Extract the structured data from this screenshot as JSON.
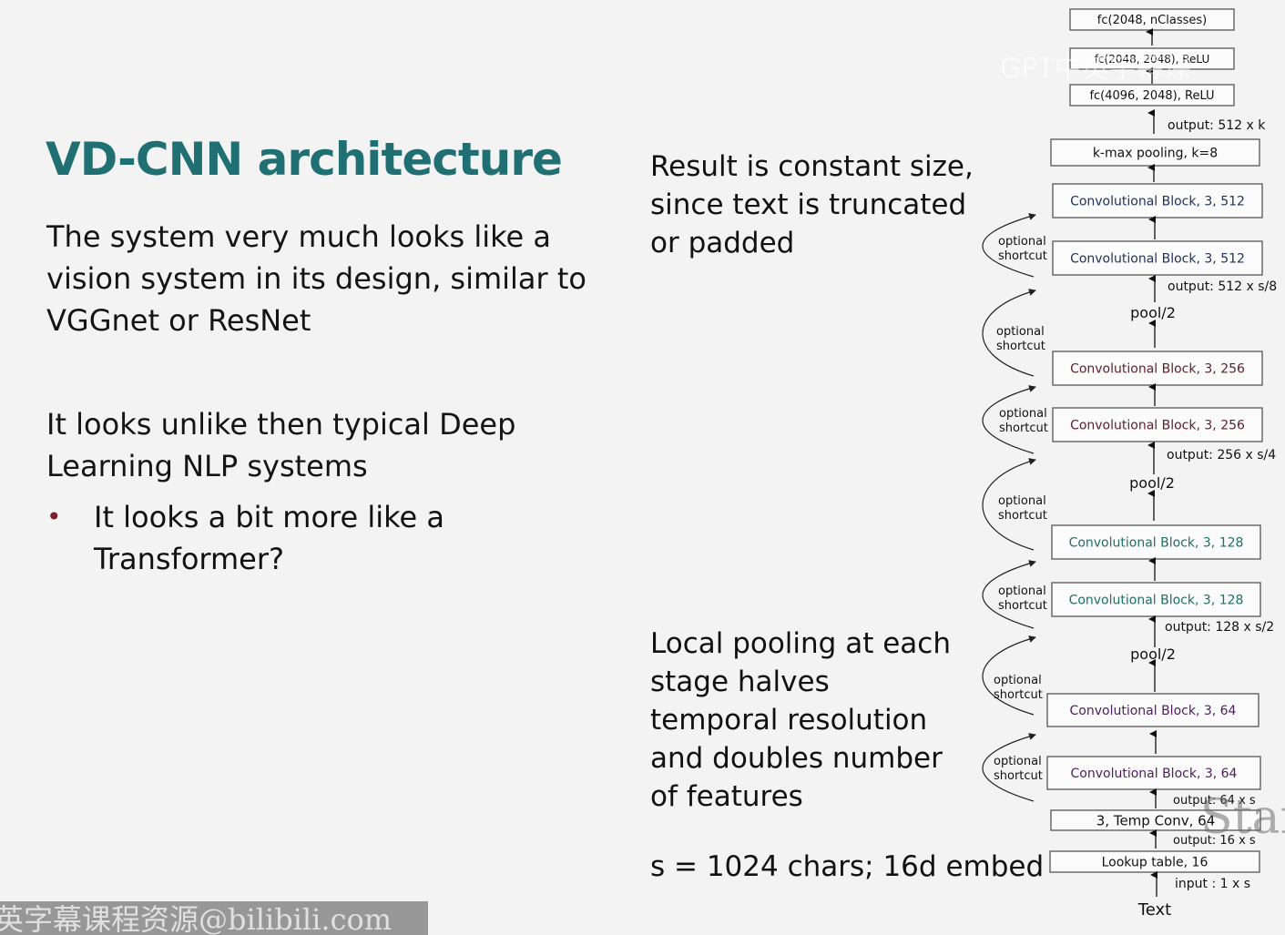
{
  "slide": {
    "title": "VD-CNN architecture",
    "intro": "The system very much looks like a vision system in its design, similar to VGGnet or ResNet",
    "unlike": "It looks unlike then typical Deep Learning NLP systems",
    "bullet": "It looks a bit more like a Transformer?",
    "bullet_marker": "•",
    "note_constant": "Result is constant size, since text is truncated or padded",
    "note_pooling": "Local pooling at each stage halves temporal resolution and doubles number of features",
    "note_params": "s = 1024 chars; 16d embed"
  },
  "diagram": {
    "fc3": "fc(2048, nClasses)",
    "fc2": "fc(2048, 2048), ReLU",
    "fc1": "fc(4096, 2048), ReLU",
    "out_kmax": "output: 512 x k",
    "kmax": "k-max pooling, k=8",
    "conv512a": "Convolutional Block, 3, 512",
    "conv512b": "Convolutional Block, 3, 512",
    "out512": "output: 512 x s/8",
    "pool3": "pool/2",
    "conv256a": "Convolutional Block, 3, 256",
    "conv256b": "Convolutional Block, 3, 256",
    "out256": "output: 256 x s/4",
    "pool2": "pool/2",
    "conv128a": "Convolutional Block, 3, 128",
    "conv128b": "Convolutional Block, 3, 128",
    "out128": "output: 128 x s/2",
    "pool1": "pool/2",
    "conv64a": "Convolutional Block, 3, 64",
    "conv64b": "Convolutional Block, 3, 64",
    "out64": "output: 64 x s",
    "tempconv": "3, Temp Conv, 64",
    "out16": "output: 16 x s",
    "lookup": "Lookup table, 16",
    "input": "input :  1 x s",
    "text": "Text",
    "shortcut_line1": "optional",
    "shortcut_line2": "shortcut",
    "colors": {
      "block512": "#1f2f5a",
      "block256": "#5a1f2a",
      "block128": "#1f6f66",
      "block64": "#4a1f5a"
    }
  },
  "watermarks": {
    "bottom": "英字幕课程资源@bilibili.com",
    "top": "GPT中英字幕课",
    "corner": "Stan"
  }
}
